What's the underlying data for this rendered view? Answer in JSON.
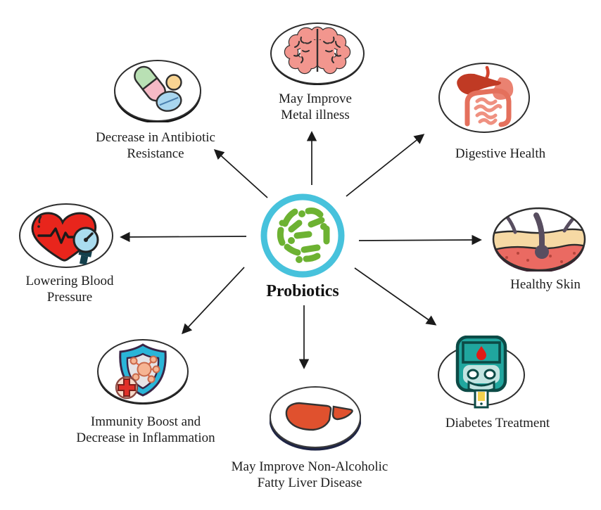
{
  "diagram": {
    "center": {
      "label": "Probiotics",
      "icon": "probiotics-bacteria-icon"
    },
    "nodes": [
      {
        "id": "mental-illness",
        "label": "May Improve\nMetal illness",
        "icon": "brain-icon"
      },
      {
        "id": "antibiotic-resistance",
        "label": "Decrease in Antibiotic\nResistance",
        "icon": "pills-icon"
      },
      {
        "id": "digestive-health",
        "label": "Digestive Health",
        "icon": "digestive-system-icon"
      },
      {
        "id": "blood-pressure",
        "label": "Lowering Blood\nPressure",
        "icon": "heart-blood-pressure-icon"
      },
      {
        "id": "healthy-skin",
        "label": "Healthy Skin",
        "icon": "skin-layers-icon"
      },
      {
        "id": "immunity",
        "label": "Immunity Boost and\nDecrease in Inflammation",
        "icon": "immunity-shield-icon"
      },
      {
        "id": "fatty-liver",
        "label": "May Improve Non-Alcoholic\nFatty Liver Disease",
        "icon": "liver-icon"
      },
      {
        "id": "diabetes",
        "label": "Diabetes Treatment",
        "icon": "glucose-meter-icon"
      }
    ],
    "colors": {
      "accent_cyan": "#47c2dc",
      "probiotic_green": "#6db232",
      "arrow_black": "#1a1a1a",
      "heart_red": "#e8251c",
      "brain_pink": "#f2968e",
      "shield_cyan": "#2ab5d8",
      "meter_teal": "#20a69e",
      "liver_orange": "#e0512e",
      "skin_tan": "#f6d9a4",
      "skin_red": "#ea6a62"
    }
  }
}
